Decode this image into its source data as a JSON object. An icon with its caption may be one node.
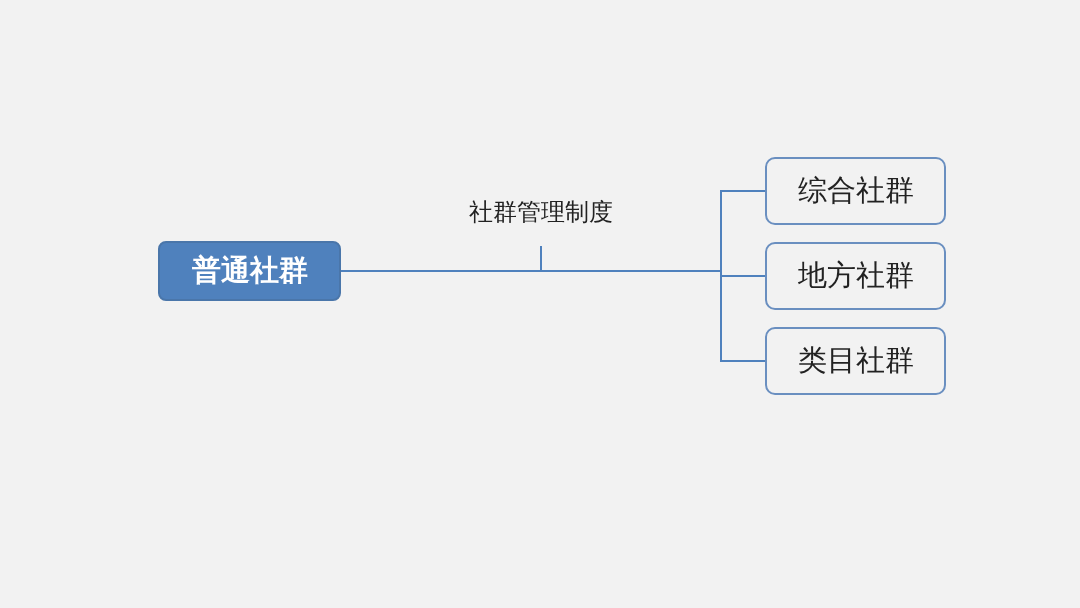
{
  "diagram": {
    "nodes": [
      {
        "text": [
          "普通社群"
        ]
      },
      {
        "text": [
          "社群管理制度"
        ]
      },
      {
        "text": [
          "综合社群"
        ]
      },
      {
        "text": [
          "地方社群"
        ]
      },
      {
        "text": [
          "类目社群"
        ]
      }
    ],
    "edges": [
      {
        "from": 0,
        "to": 1,
        "arrow": "none"
      },
      {
        "from": 0,
        "to": 2,
        "arrow": "none"
      },
      {
        "from": 0,
        "to": 3,
        "arrow": "none"
      },
      {
        "from": 0,
        "to": 4,
        "arrow": "none"
      }
    ]
  }
}
